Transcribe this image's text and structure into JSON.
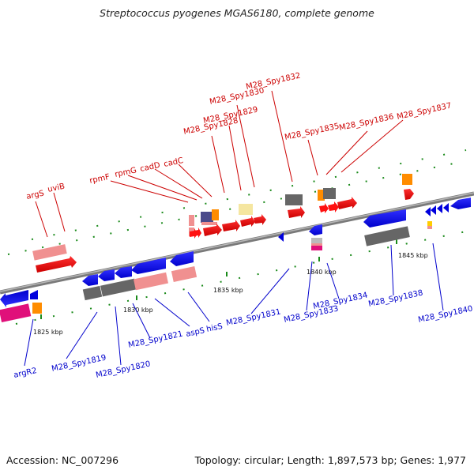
{
  "title": "Streptococcus pyogenes MGAS6180, complete genome",
  "footer": {
    "accession": "Accession: NC_007296",
    "summary": "Topology: circular; Length: 1,897,573 bp; Genes: 1,977"
  },
  "colors": {
    "top_labels": "#cc0000",
    "bottom_labels": "#0000cc",
    "backbone": "#888888",
    "tick_marks": "#1a7a1a"
  },
  "tick_labels": [
    "1825 kbp",
    "1830 kbp",
    "1835 kbp",
    "1840 kbp",
    "1845 kbp"
  ],
  "top_labels": [
    "argS",
    "uviB",
    "rpmF",
    "rpmG",
    "cadD",
    "cadC",
    "M28_Spy1828",
    "M28_Spy1829",
    "M28_Spy1830",
    "M28_Spy1832",
    "M28_Spy1835",
    "M28_Spy1836",
    "M28_Spy1837"
  ],
  "bottom_labels": [
    "argR2",
    "M28_Spy1819",
    "M28_Spy1820",
    "M28_Spy1821",
    "aspS",
    "hisS",
    "M28_Spy1831",
    "M28_Spy1833",
    "M28_Spy1834",
    "M28_Spy1838",
    "M28_Spy1840"
  ]
}
